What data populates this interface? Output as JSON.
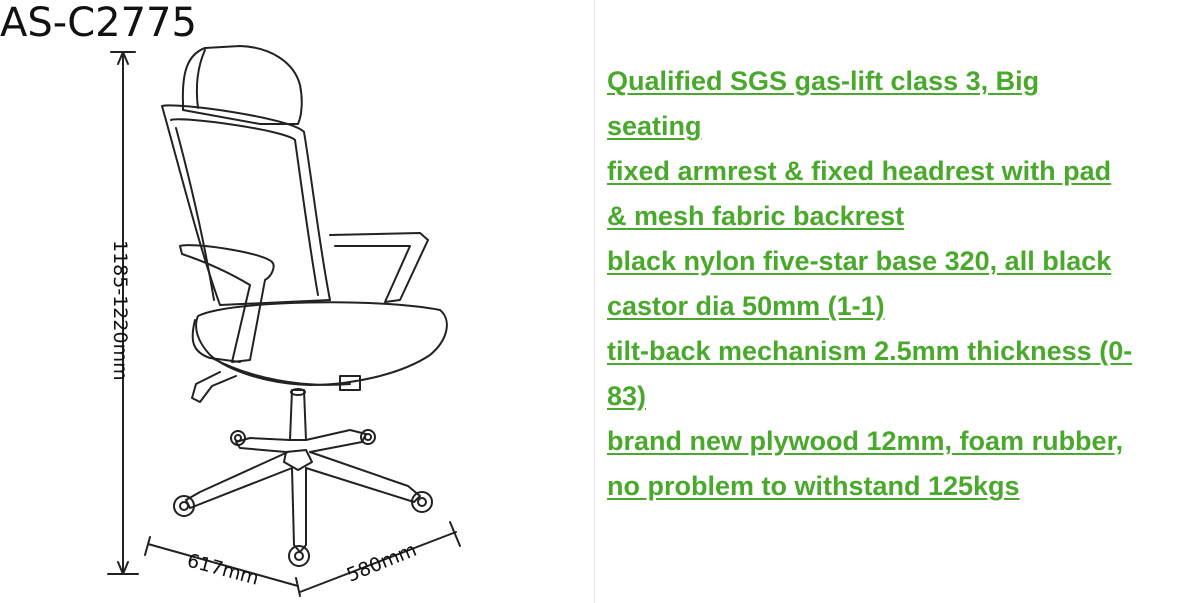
{
  "product": {
    "model": "AS-C2775",
    "dimensions": {
      "height": "1185-1220mm",
      "depth": "617mm",
      "width": "580mm"
    }
  },
  "spec_lines": [
    "Qualified SGS gas-lift class 3, Big",
    "seating",
    "fixed armrest & fixed headrest with pad",
    "& mesh fabric backrest",
    "black nylon five-star base 320, all black",
    "castor dia 50mm (1-1)",
    "tilt-back mechanism 2.5mm thickness (0-",
    "83)",
    "brand new plywood 12mm, foam rubber,",
    "no problem to withstand 125kgs"
  ],
  "colors": {
    "spec_text": "#4aa82c",
    "line_art": "#222222"
  }
}
